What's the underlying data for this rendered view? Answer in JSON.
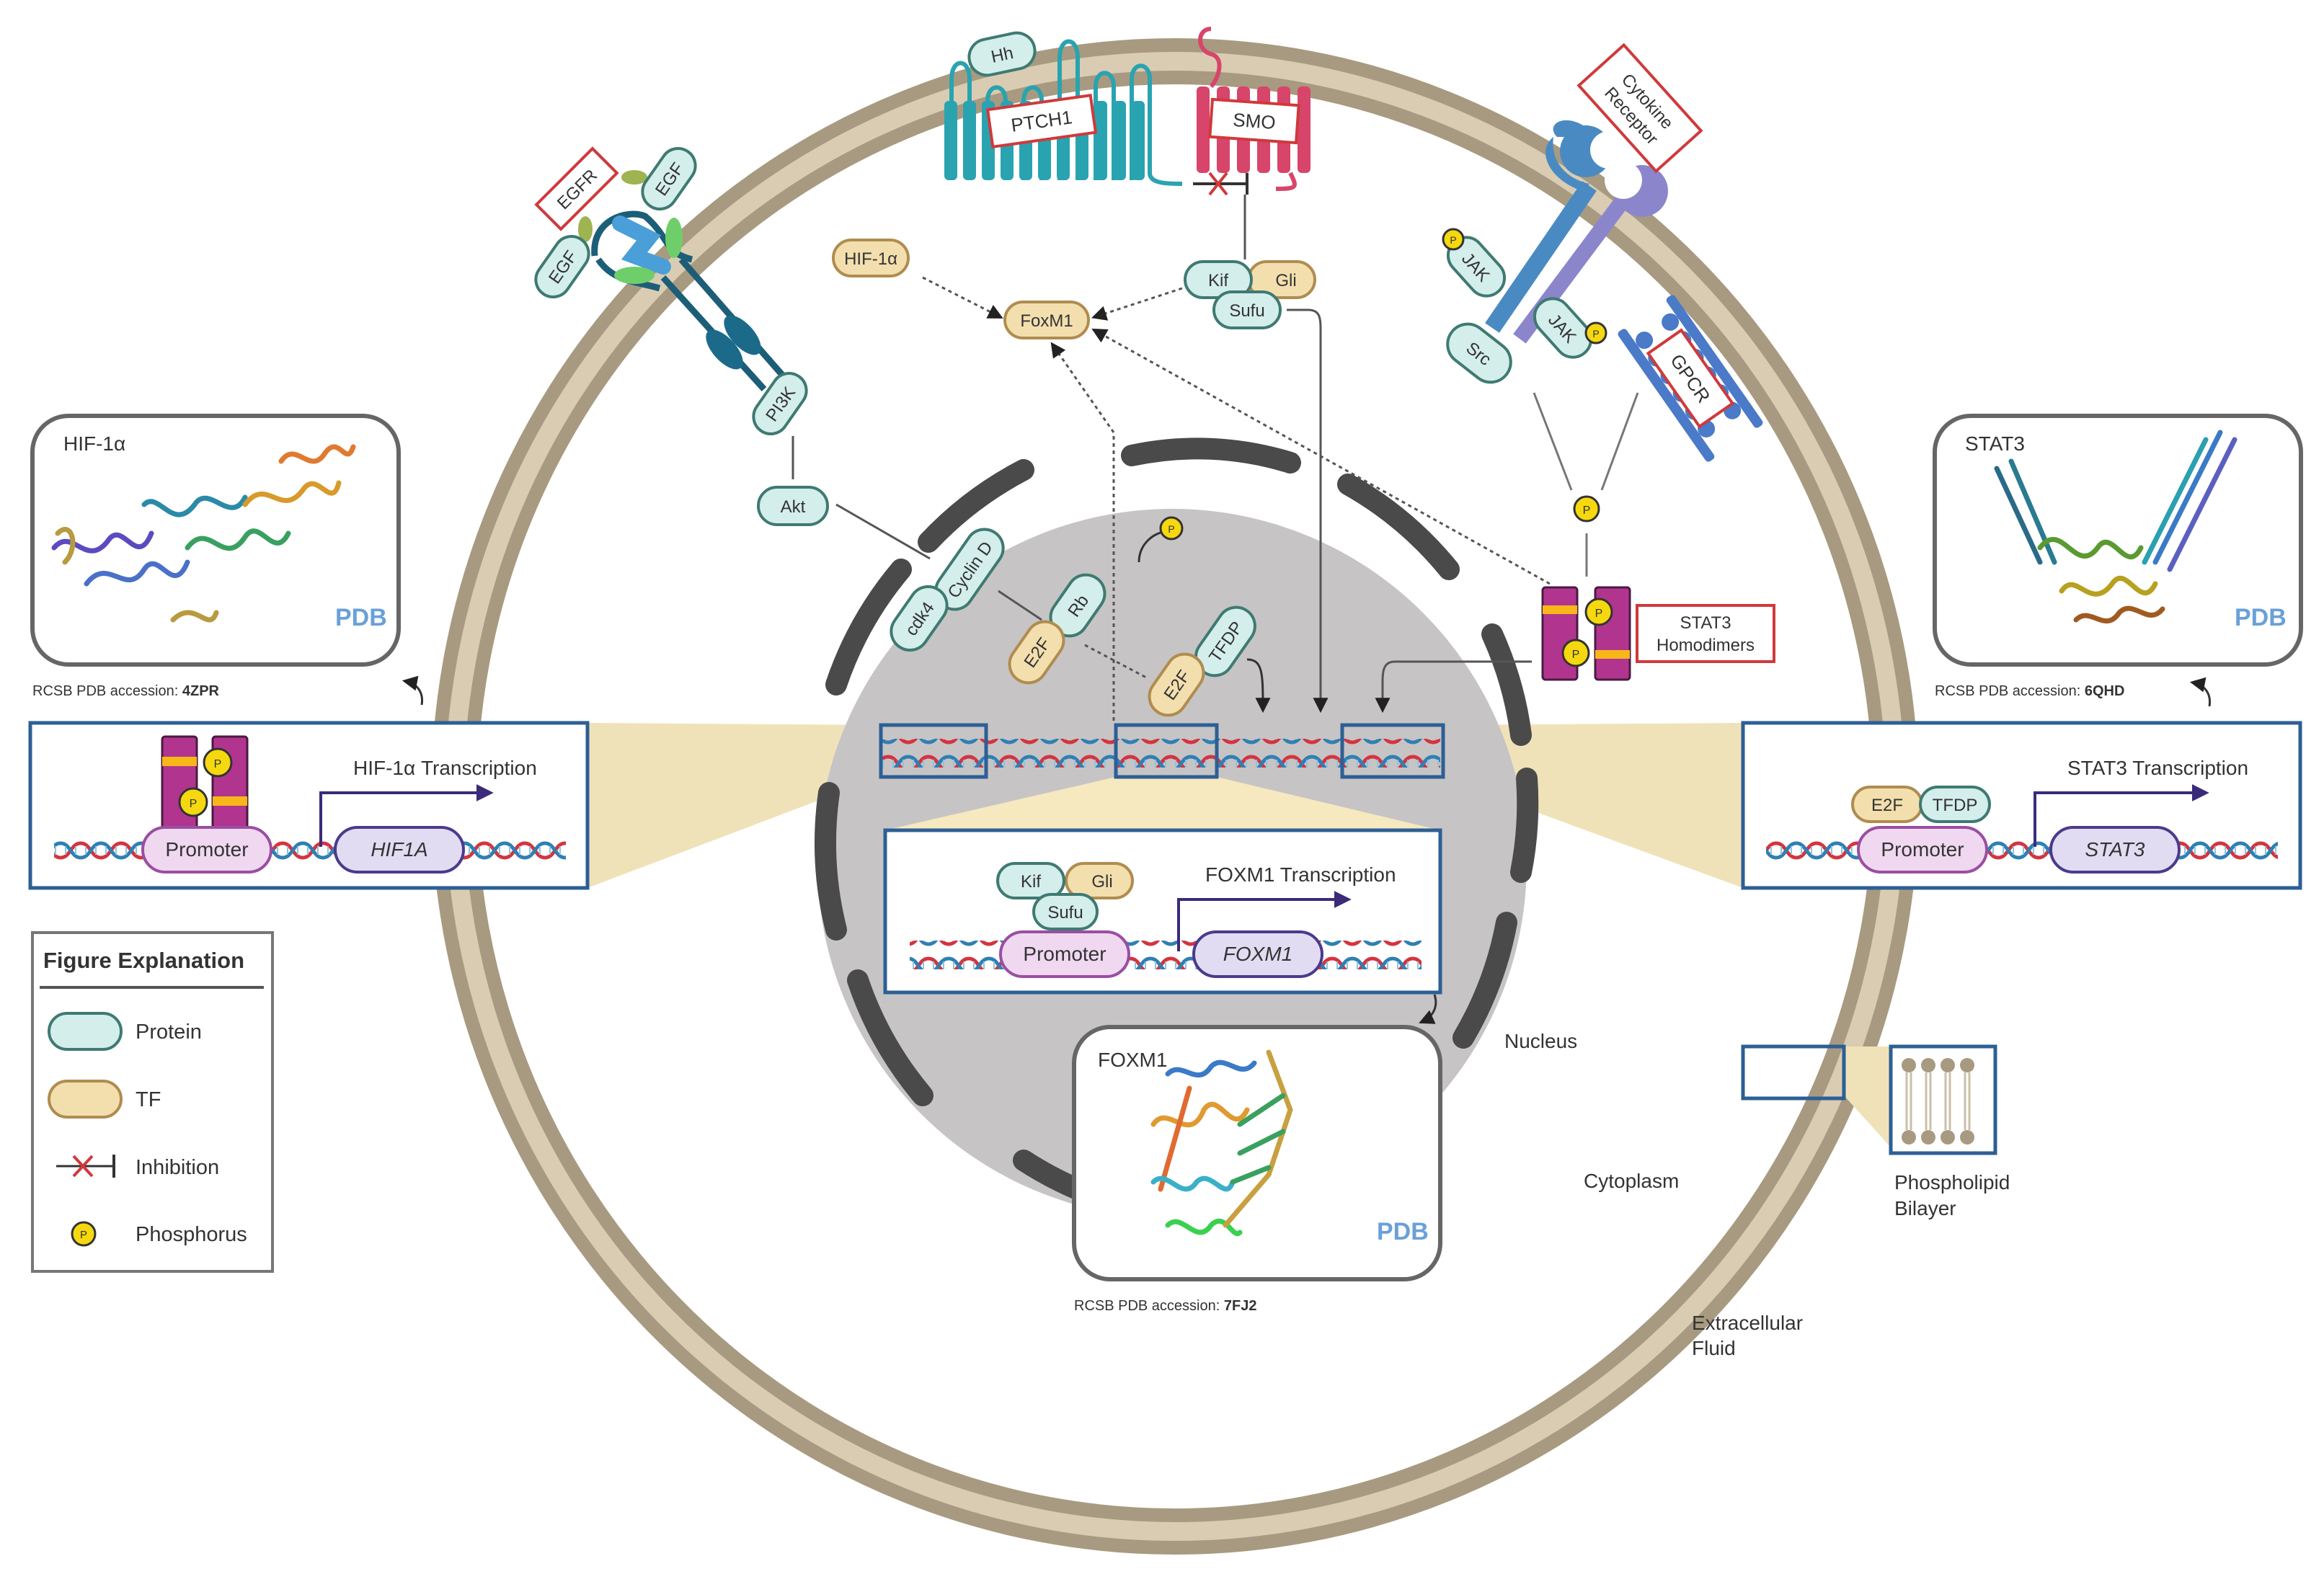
{
  "colors": {
    "membrane_outer": "#a89a80",
    "membrane_inner": "#d9ccb2",
    "nucleus_fill": "#c7c4c5",
    "nucleus_envelope": "#4a4a4a",
    "protein_fill": "#d4eeeb",
    "protein_stroke": "#3f7a72",
    "tf_fill": "#f3dfae",
    "tf_stroke": "#b08c4f",
    "receptor_label_stroke": "#d0393b",
    "panel_stroke": "#2c5f95",
    "zoom_wedge": "#f0e2b8",
    "promoter_fill": "#f0d8f0",
    "promoter_stroke": "#9a4ea2",
    "gene_fill": "#e2dcf2",
    "gene_stroke": "#4b3a8c",
    "stat3_dimer": "#b1358f",
    "phosphate": "#f6d80f",
    "ptch1": "#2aa3b0",
    "smo": "#d7456a",
    "dna_red": "#d4343f",
    "dna_blue": "#2f7fb3"
  },
  "receptors": {
    "egfr": {
      "label": "EGFR",
      "ligands": [
        "EGF",
        "EGF"
      ],
      "effector": "PI3K"
    },
    "ptch1": {
      "label": "PTCH1",
      "ligand": "Hh"
    },
    "smo": {
      "label": "SMO"
    },
    "cytokine": {
      "label_line1": "Cytokine",
      "label_line2": "Receptor",
      "kinases": [
        "JAK",
        "JAK"
      ],
      "adaptor": "Src"
    },
    "gpcr": {
      "label": "GPCR"
    }
  },
  "cytoplasm_nodes": {
    "akt": "Akt",
    "hif1a": "HIF-1α",
    "foxm1": "FoxM1",
    "kif": "Kif",
    "gli": "Gli",
    "sufu": "Sufu",
    "phosphate_symbol": "P"
  },
  "nucleus_nodes": {
    "cdk4": "cdk4",
    "cyclin_d": "Cyclin D",
    "rb": "Rb",
    "e2f_a": "E2F",
    "e2f_b": "E2F",
    "tfdp": "TFDP",
    "stat3_label_line1": "STAT3",
    "stat3_label_line2": "Homodimers"
  },
  "region_labels": {
    "nucleus": "Nucleus",
    "cytoplasm": "Cytoplasm",
    "extracellular_line1": "Extracellular",
    "extracellular_line2": "Fluid",
    "bilayer_line1": "Phospholipid",
    "bilayer_line2": "Bilayer"
  },
  "transcription_panels": {
    "hif1a": {
      "title": "HIF-1α Transcription",
      "promoter": "Promoter",
      "gene": "HIF1A"
    },
    "foxm1": {
      "title": "FOXM1 Transcription",
      "promoter": "Promoter",
      "gene": "FOXM1",
      "factors": [
        "Kif",
        "Gli",
        "Sufu"
      ]
    },
    "stat3": {
      "title": "STAT3 Transcription",
      "promoter": "Promoter",
      "gene": "STAT3",
      "factors": [
        "E2F",
        "TFDP"
      ]
    }
  },
  "structure_panels": {
    "hif1a": {
      "title": "HIF-1α",
      "caption_prefix": "RCSB PDB accession: ",
      "accession": "4ZPR",
      "logo": "PDB"
    },
    "foxm1": {
      "title": "FOXM1",
      "caption_prefix": "RCSB PDB accession: ",
      "accession": "7FJ2",
      "logo": "PDB"
    },
    "stat3": {
      "title": "STAT3",
      "caption_prefix": "RCSB PDB accession: ",
      "accession": "6QHD",
      "logo": "PDB"
    }
  },
  "legend": {
    "title": "Figure Explanation",
    "items": [
      {
        "icon": "protein-pill-icon",
        "label": "Protein"
      },
      {
        "icon": "tf-pill-icon",
        "label": "TF"
      },
      {
        "icon": "inhibition-icon",
        "label": "Inhibition"
      },
      {
        "icon": "phosphate-icon",
        "label": "Phosphorus"
      }
    ]
  }
}
